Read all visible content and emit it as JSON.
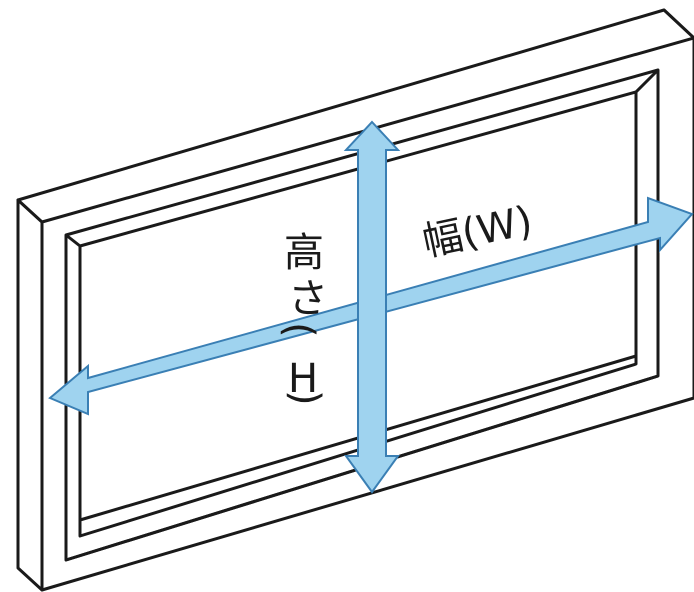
{
  "diagram": {
    "width_label": "幅(W)",
    "height_label_chars": [
      "高",
      "さ",
      "(",
      "H",
      ")"
    ],
    "colors": {
      "arrow_fill": "#9fd3ef",
      "arrow_stroke": "#3a7fb4",
      "frame_stroke": "#1a1a1a",
      "frame_fill": "#ffffff"
    }
  }
}
